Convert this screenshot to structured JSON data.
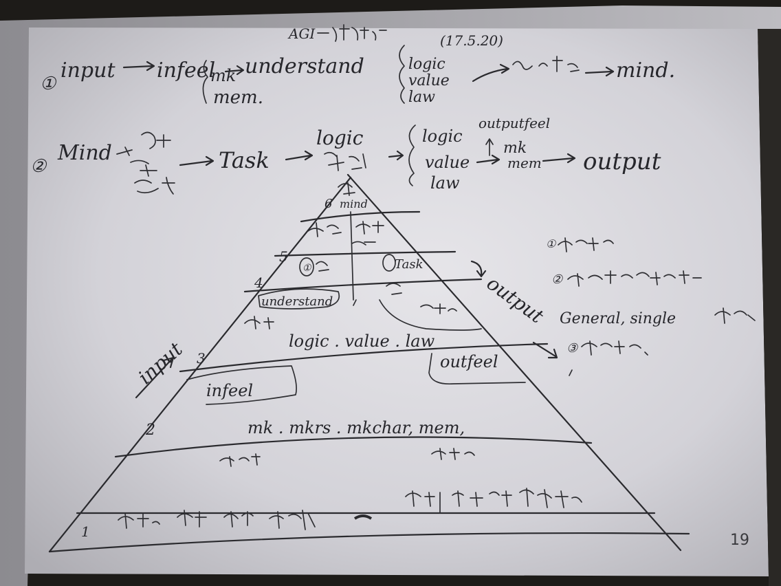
{
  "page": {
    "page_number": "19"
  },
  "notes": {
    "line1": {
      "marker": "①",
      "input": "input",
      "infeel": "infeel",
      "branch": [
        "mk",
        "mem."
      ],
      "understand": "understand",
      "agi": "AGI",
      "list": [
        "logic",
        "value",
        "law"
      ],
      "numbers": "(17.5.20)",
      "mind": "mind."
    },
    "line2": {
      "marker": "②",
      "mind": "Mind",
      "task": "Task",
      "logic": "logic",
      "branch": [
        "logic",
        "value",
        "law"
      ],
      "outputfeel": "outputfeel",
      "mk": "mk",
      "mem": "mem",
      "output": "output"
    }
  },
  "pyramid": {
    "levels": [
      "1",
      "2",
      "3",
      "4",
      "5",
      "6"
    ],
    "level6": "mind",
    "level5": [
      "①",
      "Task"
    ],
    "level4": {
      "understand": "understand",
      "values": "logic . value . law"
    },
    "level3": {
      "infeel": "infeel",
      "outfeel": "outfeel"
    },
    "level2": "mk . mkrs . mkchar, mem,",
    "side_left": "input",
    "side_right": "output"
  },
  "side_notes": {
    "items": [
      "①",
      "②",
      "General, single",
      "③"
    ]
  }
}
